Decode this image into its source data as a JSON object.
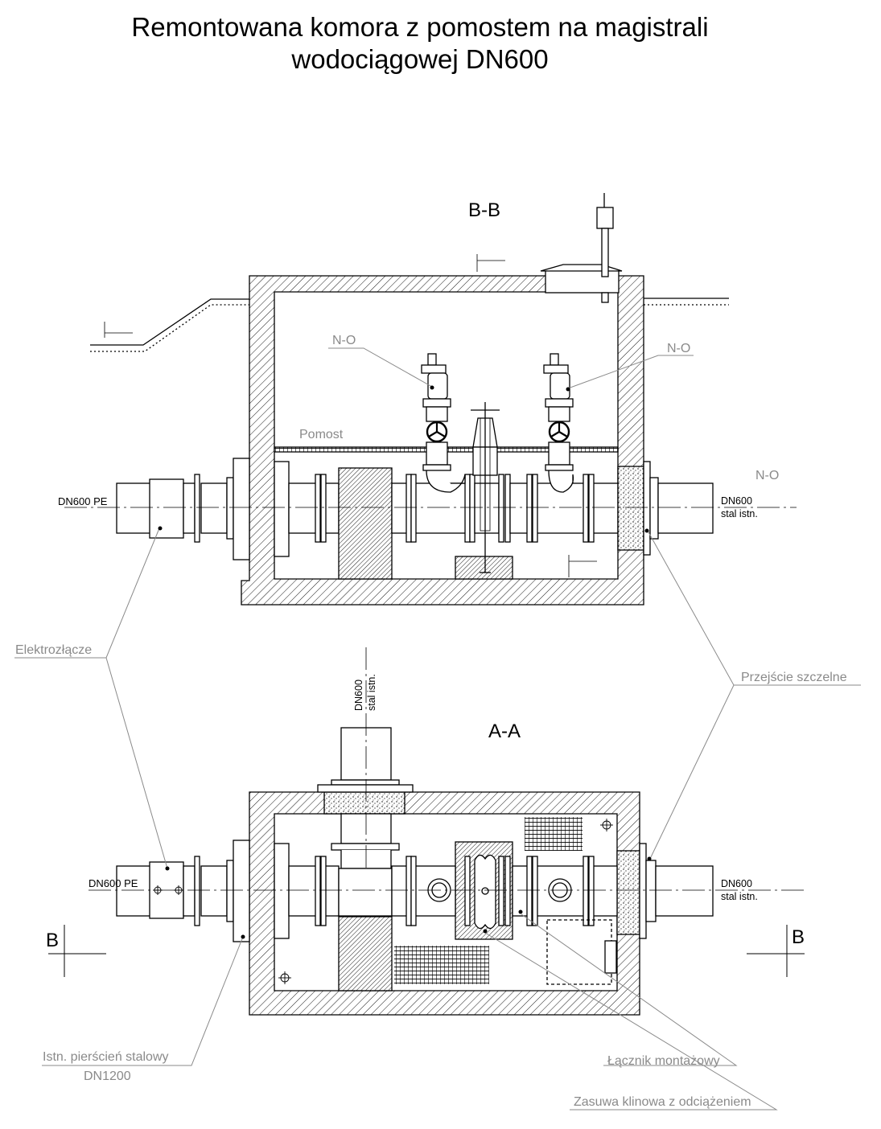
{
  "title": {
    "line1": "Remontowana komora z pomostem na magistrali",
    "line2": "wodociągowej DN600"
  },
  "sections": {
    "bb": "B-B",
    "aa": "A-A",
    "cut_left": "B",
    "cut_right": "B"
  },
  "pipes": {
    "left_pe": "DN600 PE",
    "right_line1": "DN600",
    "right_line2": "stal istn.",
    "top_line1": "DN600",
    "top_line2": "stal istn."
  },
  "notes": {
    "no_left": "N-O",
    "no_right": "N-O",
    "no_outside": "N-O",
    "pomost": "Pomost",
    "elektrozlacze": "Elektrozłącze",
    "przejscie": "Przejście szczelne",
    "pierscien_1": "Istn. pierścień stalowy",
    "pierscien_2": "DN1200",
    "lacznik": "Łącznik montażowy",
    "zasuwa": "Zasuwa klinowa z odciążeniem"
  },
  "colors": {
    "line": "#000000",
    "leader": "#8a8a8a",
    "note_text": "#8a8a8a",
    "fill": "#ffffff"
  }
}
